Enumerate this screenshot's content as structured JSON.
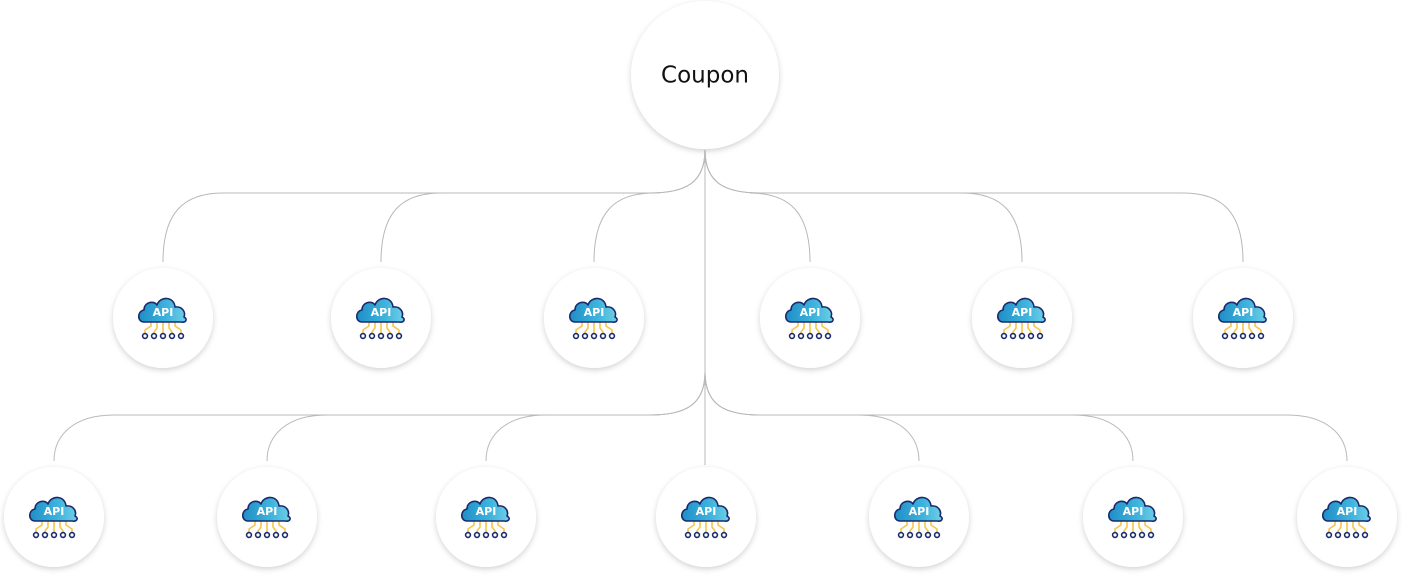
{
  "root": {
    "label": "Coupon"
  },
  "node_label": "API",
  "rows": [
    {
      "name": "row-1",
      "count": 6
    },
    {
      "name": "row-2",
      "count": 7
    }
  ],
  "colors": {
    "connector": "#b9b9b9",
    "cloud_dark": "#1f8fc7",
    "cloud_light": "#6fd0e6",
    "cloud_outline": "#1a2a6c",
    "circuit_wire": "#f6c54a",
    "circuit_node": "#1a2a6c"
  },
  "icon": "api-cloud-icon"
}
